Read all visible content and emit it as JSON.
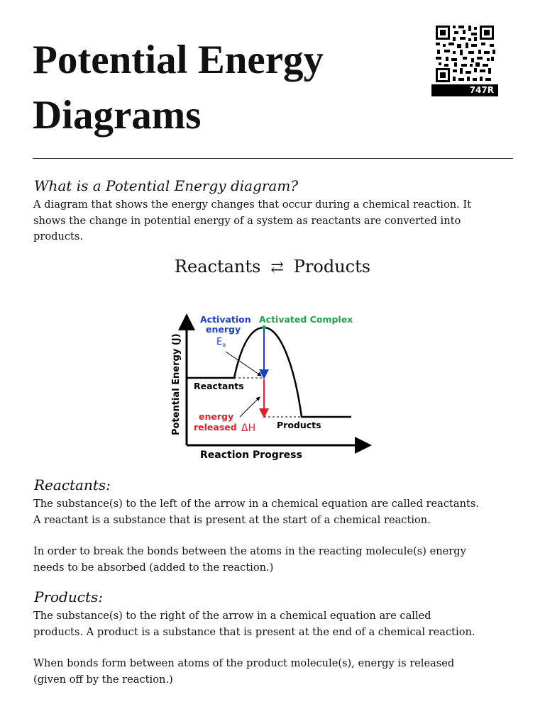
{
  "header": {
    "title_line1": "Potential Energy",
    "title_line2": "Diagrams",
    "qr_label": "747R"
  },
  "intro": {
    "heading": "What is a Potential Energy diagram?",
    "line1": "A diagram that shows the energy changes that occur during a chemical reaction. It",
    "line2": "shows the change in potential energy of a system as reactants are converted into",
    "line3": "products."
  },
  "equation": {
    "left": "Reactants",
    "arrow": "⇄",
    "right": "Products"
  },
  "diagram": {
    "y_axis_label": "Potential Energy (J)",
    "x_axis_label": "Reaction Progress",
    "activation_line1": "Activation",
    "activation_line2": "energy",
    "ea_symbol": "E",
    "ea_subscript": "a",
    "activated_complex": "Activated Complex",
    "reactants_label": "Reactants",
    "products_label": "Products",
    "energy_line1": "energy",
    "energy_line2": "released",
    "delta_h": "ΔH",
    "colors": {
      "activation": "#1a3fd0",
      "complex": "#22a24a",
      "energy": "#e0202a",
      "curve": "#000000"
    }
  },
  "reactants_section": {
    "heading": "Reactants:",
    "p1_line1": "The substance(s) to the left of the arrow in a chemical equation are called reactants.",
    "p1_line2": "A reactant is a substance that is present at the start of a chemical reaction.",
    "p2_line1": "In order to break the bonds between the atoms in the reacting molecule(s) energy",
    "p2_line2": "needs to be absorbed (added to the reaction.)"
  },
  "products_section": {
    "heading": "Products:",
    "p1_line1": "The substance(s) to the right of the arrow in a chemical equation are called",
    "p1_line2": "products. A product is a substance that is present at the end of a chemical reaction.",
    "p2_line1": "When bonds form between atoms of the product molecule(s), energy is released",
    "p2_line2": "(given off by the reaction.)"
  }
}
